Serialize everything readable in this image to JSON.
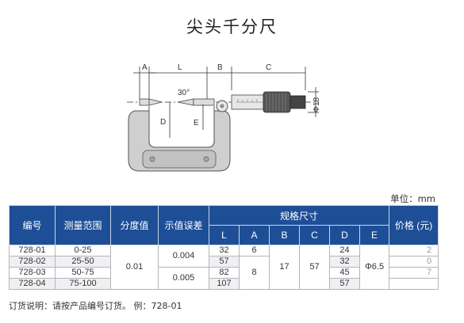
{
  "title": "尖头千分尺",
  "diagram": {
    "labels": {
      "a": "A",
      "l": "L",
      "b": "B",
      "c": "C",
      "d": "D",
      "e": "E",
      "angle": "30°",
      "phi": "Φ18"
    }
  },
  "unit": "单位：mm",
  "table": {
    "headers": {
      "code": "编号",
      "range": "测量范围",
      "resolution": "分度值",
      "error": "示值误差",
      "spec": "规格尺寸",
      "price": "价格 (元)"
    },
    "spec_columns": [
      "L",
      "A",
      "B",
      "C",
      "D",
      "E"
    ],
    "rows": [
      {
        "code": "728-01",
        "range": "0-25",
        "L": "32",
        "D": "24"
      },
      {
        "code": "728-02",
        "range": "25-50",
        "L": "57",
        "D": "32"
      },
      {
        "code": "728-03",
        "range": "50-75",
        "L": "82",
        "D": "45"
      },
      {
        "code": "728-04",
        "range": "75-100",
        "L": "107",
        "D": "57"
      }
    ],
    "merged": {
      "resolution": "0.01",
      "error_a": "0.004",
      "error_b": "0.005",
      "A_row1": "6",
      "A_rest": "8",
      "B": "17",
      "C": "57",
      "E": "Φ6.5"
    },
    "price_partial": [
      "2",
      "0",
      "7",
      ""
    ]
  },
  "footnote": "订货说明：请按产品编号订货。 例：728-01"
}
